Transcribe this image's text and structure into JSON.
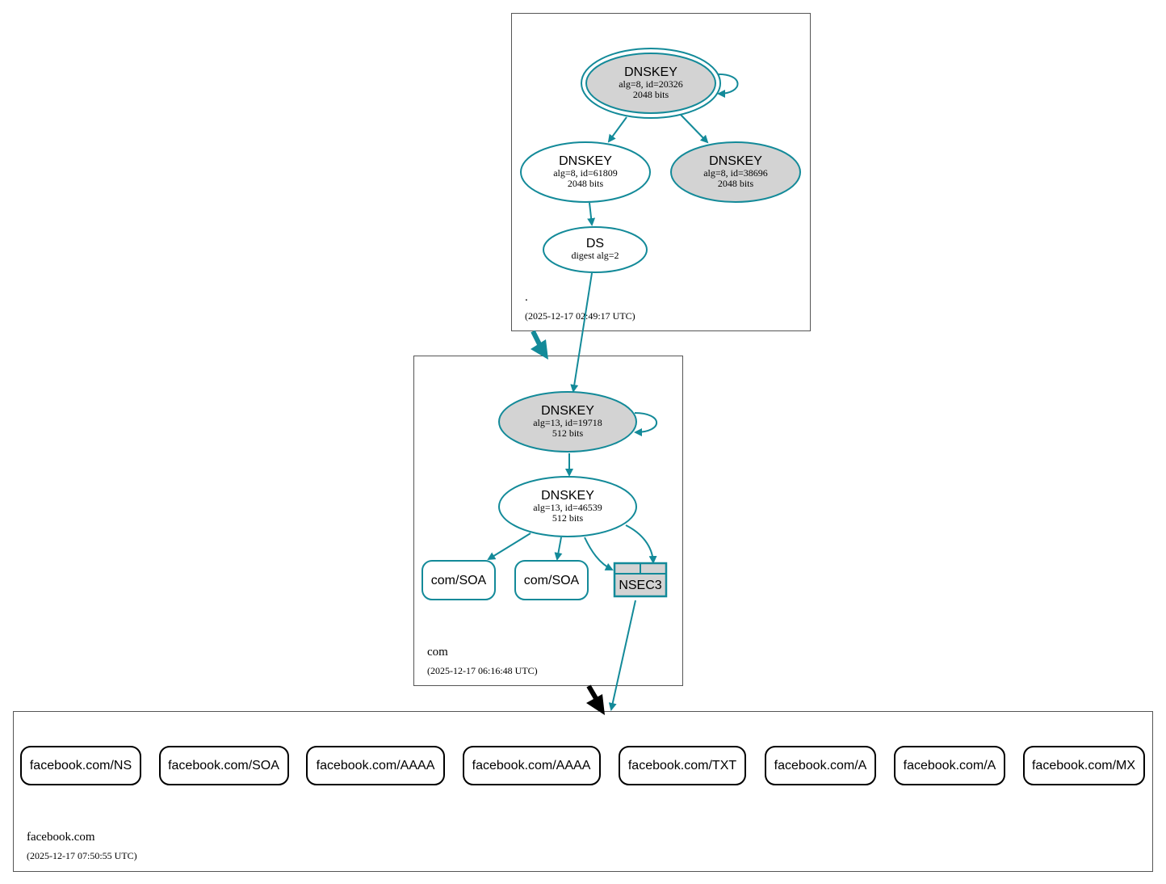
{
  "colors": {
    "edge": "#138a99",
    "key_fill_sep": "#d3d3d3",
    "node_fill": "#ffffff",
    "delegation_insecure": "#000000"
  },
  "zones": {
    "root": {
      "name": ".",
      "timestamp": "(2025-12-17 02:49:17 UTC)"
    },
    "com": {
      "name": "com",
      "timestamp": "(2025-12-17 06:16:48 UTC)"
    },
    "facebook": {
      "name": "facebook.com",
      "timestamp": "(2025-12-17 07:50:55 UTC)"
    }
  },
  "root": {
    "ksk": {
      "title": "DNSKEY",
      "line1": "alg=8, id=20326",
      "line2": "2048 bits"
    },
    "zsk": {
      "title": "DNSKEY",
      "line1": "alg=8, id=61809",
      "line2": "2048 bits"
    },
    "ksk_standby": {
      "title": "DNSKEY",
      "line1": "alg=8, id=38696",
      "line2": "2048 bits"
    },
    "ds": {
      "title": "DS",
      "line1": "digest alg=2"
    }
  },
  "com": {
    "ksk": {
      "title": "DNSKEY",
      "line1": "alg=13, id=19718",
      "line2": "512 bits"
    },
    "zsk": {
      "title": "DNSKEY",
      "line1": "alg=13, id=46539",
      "line2": "512 bits"
    },
    "soa1": "com/SOA",
    "soa2": "com/SOA",
    "nsec3": "NSEC3"
  },
  "facebook": {
    "records": [
      "facebook.com/NS",
      "facebook.com/SOA",
      "facebook.com/AAAA",
      "facebook.com/AAAA",
      "facebook.com/TXT",
      "facebook.com/A",
      "facebook.com/A",
      "facebook.com/MX"
    ]
  }
}
